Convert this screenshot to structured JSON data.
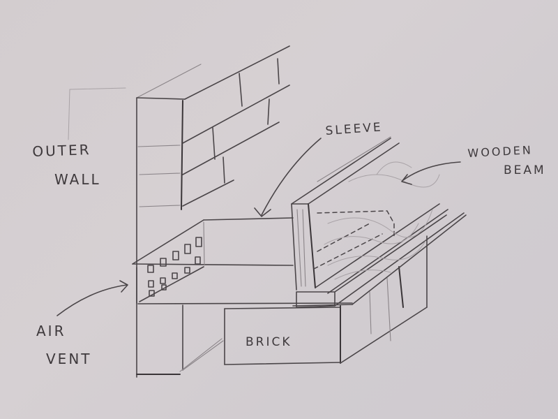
{
  "diagram": {
    "title": "Wall, sleeve and wooden beam sketch",
    "medium": "pencil sketch on paper",
    "colors": {
      "paper": "#d3cdcf",
      "pencil": "#4a4548"
    },
    "labels": {
      "outer_wall_line1": "OUTER",
      "outer_wall_line2": "WALL",
      "sleeve": "SLEEVE",
      "wooden_beam_line1": "WOODEN",
      "wooden_beam_line2": "BEAM",
      "air_vent_line1": "AIR",
      "air_vent_line2": "VENT",
      "brick": "BRICK"
    },
    "components": [
      {
        "id": "outer-wall",
        "label": "OUTER WALL",
        "description": "Brick outer wall drawn in perspective, with coursed brick joints"
      },
      {
        "id": "sleeve",
        "label": "SLEEVE",
        "description": "Sleeve slab resting on the wall, arrow pointing to its top surface"
      },
      {
        "id": "air-vent",
        "label": "AIR VENT",
        "description": "Perforated vent face on the wall edge below the sleeve"
      },
      {
        "id": "wooden-beam",
        "label": "WOODEN BEAM",
        "description": "Timber joist with wood grain, seated on a plate above brick"
      },
      {
        "id": "brick",
        "label": "BRICK",
        "description": "Brick pier supporting the beam"
      }
    ]
  }
}
